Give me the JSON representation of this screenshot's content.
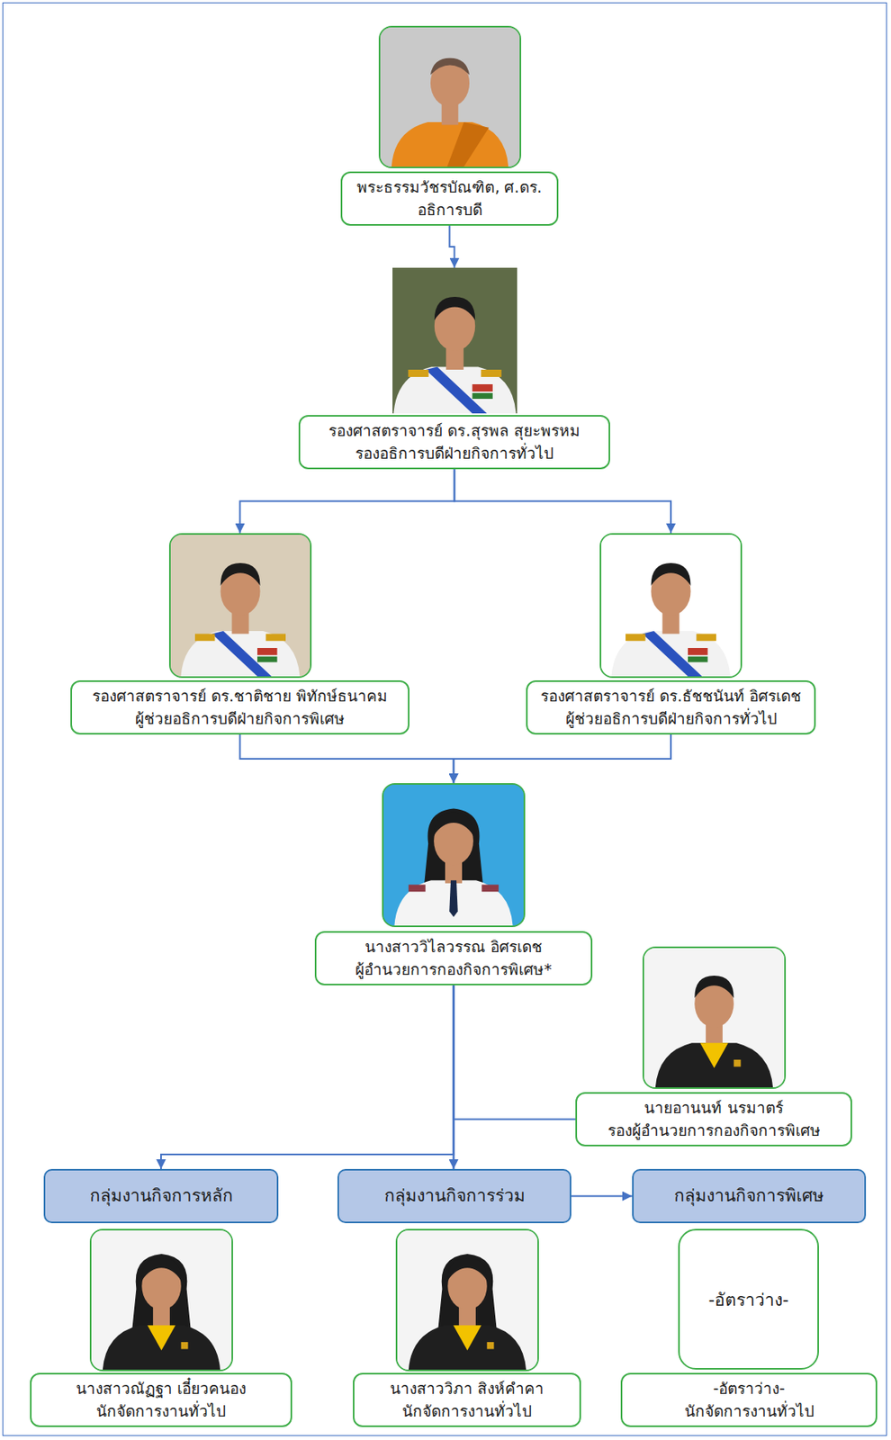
{
  "diagram": {
    "nodes": [
      {
        "text": [
          "พระธรรมวัชรบัณฑิต, ศ.ดร.",
          "อธิการบดี"
        ]
      },
      {
        "text": [
          "รองศาสตราจารย์ ดร.สุรพล สุยะพรหม",
          "รองอธิการบดีฝ่ายกิจการทั่วไป"
        ]
      },
      {
        "text": [
          "รองศาสตราจารย์ ดร.ชาติชาย พิทักษ์ธนาคม",
          "ผู้ช่วยอธิการบดีฝ่ายกิจการพิเศษ"
        ]
      },
      {
        "text": [
          "รองศาสตราจารย์ ดร.ธัชชนันท์ อิศรเดช",
          "ผู้ช่วยอธิการบดีฝ่ายกิจการทั่วไป"
        ]
      },
      {
        "text": [
          "นางสาววิไลวรรณ อิศรเดช",
          "ผู้อำนวยการกองกิจการพิเศษ*"
        ]
      },
      {
        "text": [
          "นายอานนท์ นรมาตร์",
          "รองผู้อำนวยการกองกิจการพิเศษ"
        ]
      },
      {
        "text": [
          "กลุ่มงานกิจการหลัก"
        ]
      },
      {
        "text": [
          "กลุ่มงานกิจการร่วม"
        ]
      },
      {
        "text": [
          "กลุ่มงานกิจการพิเศษ"
        ]
      },
      {
        "text": [
          "นางสาวณัฏฐา เอี๋ยวคนอง",
          "นักจัดการงานทั่วไป"
        ]
      },
      {
        "text": [
          "นางสาววิภา สิงห์คำคา",
          "นักจัดการงานทั่วไป"
        ]
      },
      {
        "text": [
          "-อัตราว่าง-"
        ]
      },
      {
        "text": [
          "-อัตราว่าง-",
          "นักจัดการงานทั่วไป"
        ]
      }
    ],
    "edges": [
      {
        "from": 0,
        "to": 1,
        "arrow": "to"
      },
      {
        "from": 1,
        "to": 2,
        "arrow": "to"
      },
      {
        "from": 1,
        "to": 3,
        "arrow": "to"
      },
      {
        "from": 2,
        "to": 4,
        "arrow": "to"
      },
      {
        "from": 3,
        "to": 4,
        "arrow": "to"
      },
      {
        "from": 4,
        "to": 5,
        "arrow": "none"
      },
      {
        "from": 4,
        "to": 6,
        "arrow": "to"
      },
      {
        "from": 4,
        "to": 7,
        "arrow": "to"
      },
      {
        "from": 4,
        "to": 8,
        "arrow": "to"
      }
    ]
  }
}
